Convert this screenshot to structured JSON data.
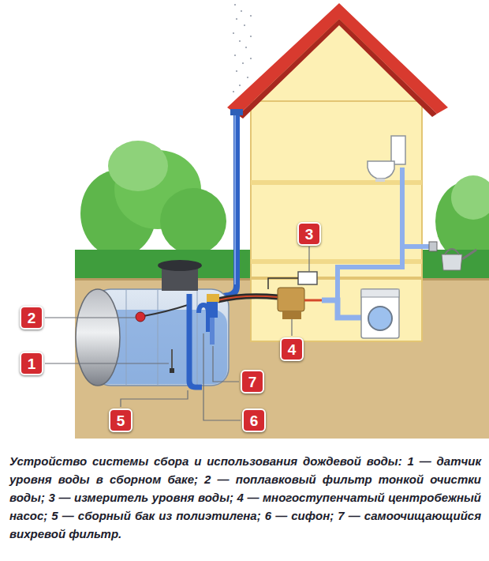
{
  "diagram": {
    "caption": "Устройство системы сбора и использования дождевой воды: 1 — датчик уровня воды в сборном баке; 2 — поплавковый фильтр тонкой очистки воды; 3 — измеритель уровня воды; 4 — многоступенчатый центробежный насос; 5 — сборный бак из полиэтилена; 6 — сифон; 7 — самоочищающийся вихревой фильтр.",
    "nodes": [
      {
        "text": [
          "3"
        ]
      },
      {
        "text": [
          "2"
        ]
      },
      {
        "text": [
          "4"
        ]
      },
      {
        "text": [
          "1"
        ]
      },
      {
        "text": [
          "7"
        ]
      },
      {
        "text": [
          "5"
        ]
      },
      {
        "text": [
          "6"
        ]
      }
    ]
  }
}
